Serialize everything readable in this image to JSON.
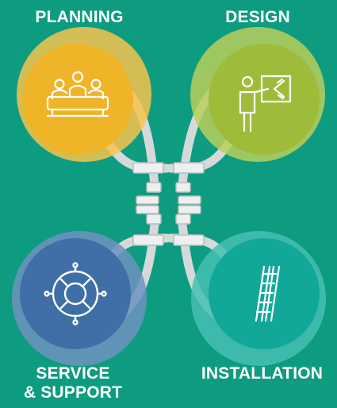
{
  "stages": {
    "planning": {
      "label": "PLANNING",
      "icon": "meeting-table-icon",
      "color": "#f0b429"
    },
    "design": {
      "label": "DESIGN",
      "icon": "presenter-board-icon",
      "color": "#9fbb3a"
    },
    "service": {
      "label_line1": "SERVICE",
      "label_line2": "& SUPPORT",
      "icon": "life-ring-icon",
      "color": "#3f6fa6"
    },
    "installation": {
      "label": "INSTALLATION",
      "icon": "ladder-icon",
      "color": "#11a89a"
    }
  },
  "colors": {
    "background": "#0e9c80",
    "connector": "#d6d9da",
    "connector_light": "#eef0f0",
    "icon_stroke": "#ffffff"
  }
}
